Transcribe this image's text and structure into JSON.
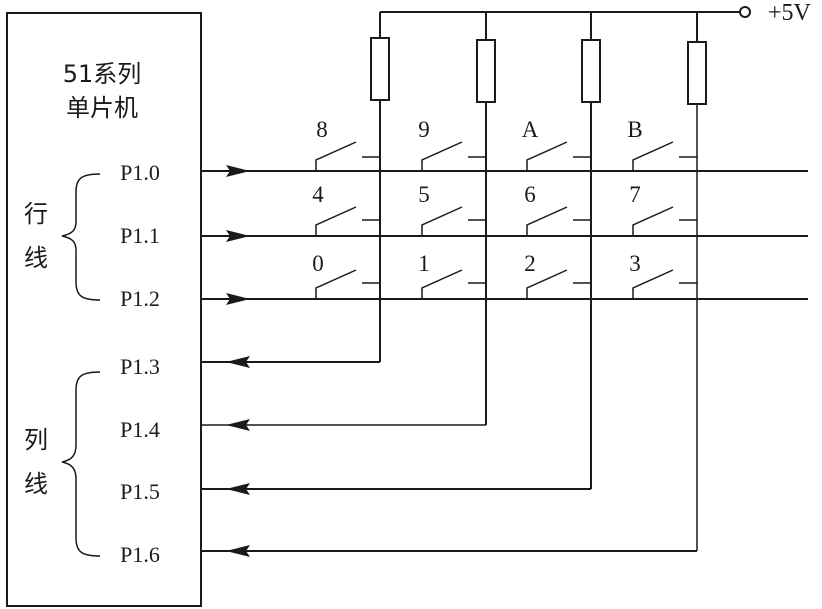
{
  "mcu": {
    "line1": "51系列",
    "line2": "单片机"
  },
  "groups": {
    "row_line": [
      "行",
      "线"
    ],
    "col_line": [
      "列",
      "线"
    ]
  },
  "supply": "+5V",
  "pins": [
    "P1.0",
    "P1.1",
    "P1.2",
    "P1.3",
    "P1.4",
    "P1.5",
    "P1.6"
  ],
  "keys": [
    [
      "8",
      "9",
      "A",
      "B"
    ],
    [
      "4",
      "5",
      "6",
      "7"
    ],
    [
      "0",
      "1",
      "2",
      "3"
    ]
  ]
}
